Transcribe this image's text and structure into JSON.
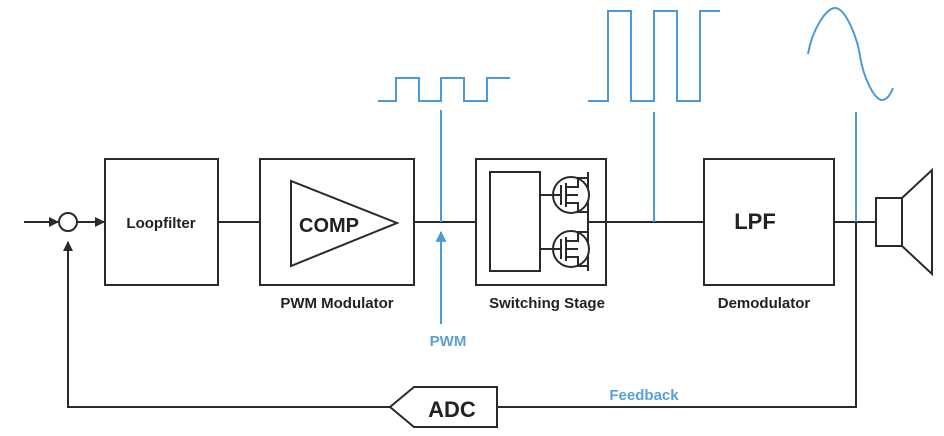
{
  "blocks": {
    "loopfilter": "Loopfilter",
    "comp": "COMP",
    "lpf": "LPF",
    "adc": "ADC"
  },
  "captions": {
    "pwm_modulator": "PWM Modulator",
    "switching_stage": "Switching Stage",
    "demodulator": "Demodulator"
  },
  "signals": {
    "pwm": "PWM",
    "feedback": "Feedback"
  },
  "colors": {
    "line": "#2a2a2a",
    "signal_blue": "#4a9ad8",
    "label_blue": "#5aa0d8"
  }
}
